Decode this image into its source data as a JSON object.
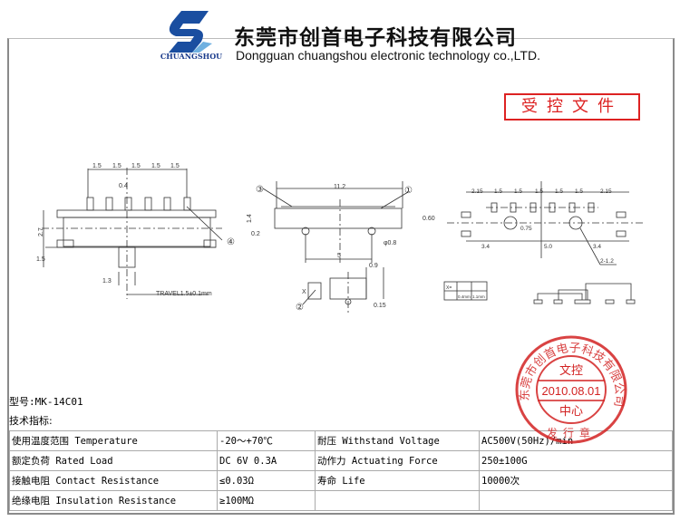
{
  "header": {
    "logo_text": "CHUANGSHOU",
    "company_cn": "东莞市创首电子科技有限公司",
    "company_en": "Dongguan chuangshou electronic technology co.,LTD."
  },
  "controlled_stamp": "受控文件",
  "drawing_labels": {
    "pitch": "1.5",
    "pin_w": "0.4",
    "h27": "2.7",
    "h15": "1.5",
    "w13": "1.3",
    "travel": "TRAVEL1.5±0.1mm",
    "w112": "11.2",
    "h14": "1.4",
    "d02": "0.2",
    "d060": "0.60",
    "dia08": "φ0.8",
    "w5": "5",
    "w09": "0.9",
    "w015": "0.15",
    "x": "X",
    "m215": "2.15",
    "m075": "0.75",
    "m34": "3.4",
    "m50": "5.0",
    "m212": "2-1.2",
    "xtable_label": "X=",
    "xtable_v1": "0.4mm",
    "xtable_v2": "1.1mm",
    "c1": "①",
    "c2": "②",
    "c3": "③",
    "c4": "④"
  },
  "model": "型号:MK-14C01",
  "spec_title": "技术指标:",
  "specs": [
    [
      "使用温度范围 Temperature",
      "-20～+70℃",
      "耐压 Withstand Voltage",
      "AC500V(50Hz)/min"
    ],
    [
      "额定负荷 Rated Load",
      "DC 6V 0.3A",
      "动作力 Actuating Force",
      "250±100G"
    ],
    [
      "接触电阻 Contact Resistance",
      "≤0.03Ω",
      "寿命 Life",
      "10000次"
    ],
    [
      "绝缘电阻 Insulation Resistance",
      "≥100MΩ",
      "",
      ""
    ]
  ],
  "seal": {
    "ring": "东莞市创首电子科技有限公司",
    "top": "文控",
    "date": "2010.08.01",
    "center": "中心",
    "bottom": "发行章"
  },
  "colors": {
    "brand_blue": "#1a4ea0",
    "stamp_red": "#d22222"
  }
}
